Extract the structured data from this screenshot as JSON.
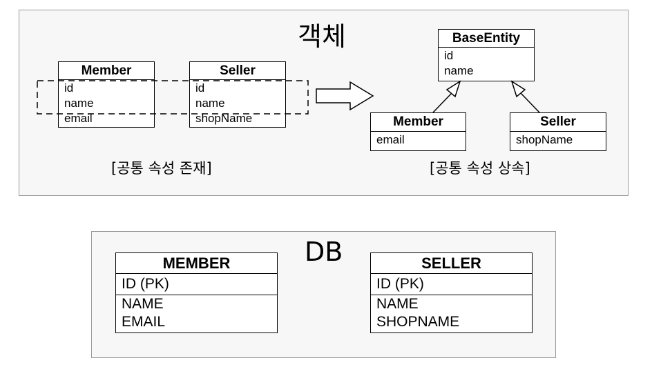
{
  "object_panel": {
    "title": "객체",
    "left_member": {
      "name": "Member",
      "attributes": [
        "id",
        "name",
        "email"
      ]
    },
    "left_seller": {
      "name": "Seller",
      "attributes": [
        "id",
        "name",
        "shopName"
      ]
    },
    "left_caption": "[공통 속성 존재]",
    "base_entity": {
      "name": "BaseEntity",
      "attributes": [
        "id",
        "name"
      ]
    },
    "child_member": {
      "name": "Member",
      "attributes": [
        "email"
      ]
    },
    "child_seller": {
      "name": "Seller",
      "attributes": [
        "shopName"
      ]
    },
    "right_caption": "[공통 속성 상속]"
  },
  "db_panel": {
    "title": "DB",
    "member_table": {
      "name": "MEMBER",
      "key": "ID (PK)",
      "columns": [
        "NAME",
        "EMAIL"
      ]
    },
    "seller_table": {
      "name": "SELLER",
      "key": "ID (PK)",
      "columns": [
        "NAME",
        "SHOPNAME"
      ]
    }
  },
  "colors": {
    "panel_border": "#9a9a9a",
    "panel_fill": "#f7f7f7",
    "line": "#000000"
  }
}
